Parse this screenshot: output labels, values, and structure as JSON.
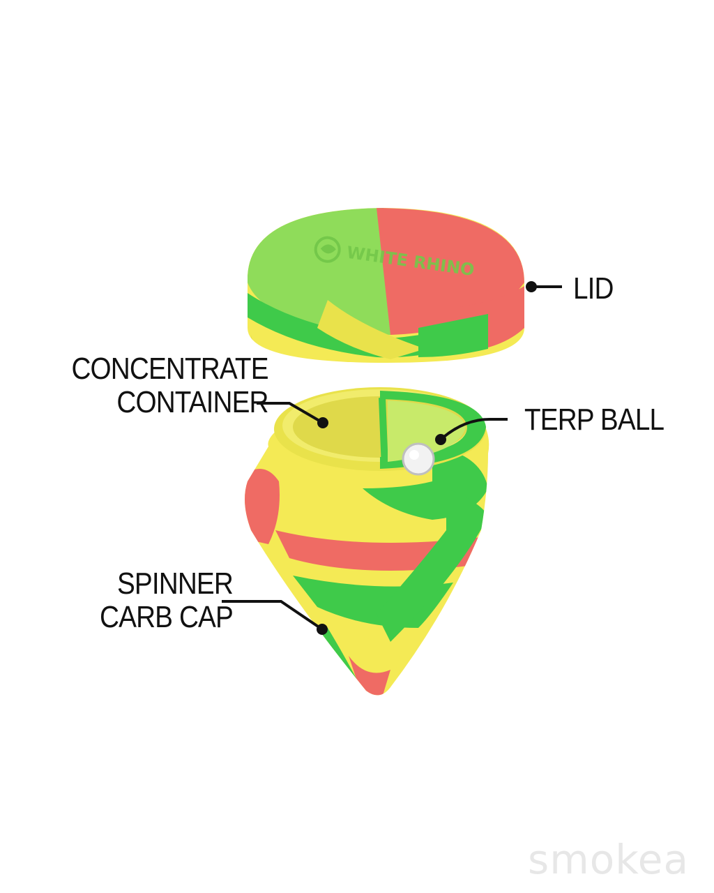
{
  "callouts": {
    "lid": {
      "lines": [
        "LID"
      ]
    },
    "concentrate_container": {
      "lines": [
        "CONCENTRATE",
        "CONTAINER"
      ]
    },
    "terp_ball": {
      "lines": [
        "TERP BALL"
      ]
    },
    "spinner_carb_cap": {
      "lines": [
        "SPINNER",
        "CARB CAP"
      ]
    }
  },
  "logo_text": "WHITE RHINO",
  "watermark": "smokea",
  "colors": {
    "green": "#3fca4a",
    "yellow": "#f4ea55",
    "red": "#ef6b64",
    "leader": "#111111",
    "background": "#ffffff"
  }
}
